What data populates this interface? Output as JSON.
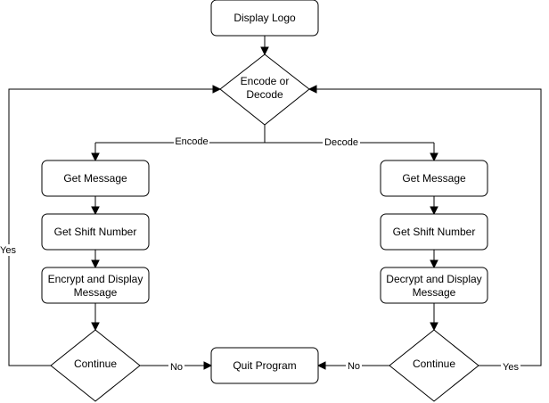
{
  "nodes": {
    "display_logo": "Display Logo",
    "encode_or_decode": [
      "Encode or",
      "Decode"
    ],
    "get_message_left": "Get Message",
    "get_shift_left": "Get Shift Number",
    "encrypt_display": [
      "Encrypt and Display",
      "Message"
    ],
    "continue_left": "Continue",
    "quit_program": "Quit Program",
    "get_message_right": "Get Message",
    "get_shift_right": "Get Shift Number",
    "decrypt_display": [
      "Decrypt and Display",
      "Message"
    ],
    "continue_right": "Continue"
  },
  "edges": {
    "encode": "Encode",
    "decode": "Decode",
    "yes_left": "Yes",
    "no_left": "No",
    "no_right": "No",
    "yes_right": "Yes"
  }
}
